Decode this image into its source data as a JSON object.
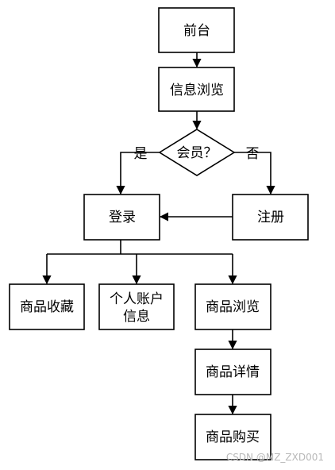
{
  "nodes": {
    "frontend": "前台",
    "browse_info": "信息浏览",
    "member_question": "会员？",
    "login": "登录",
    "register": "注册",
    "favorites": "商品收藏",
    "account_line1": "个人账户",
    "account_line2": "信息",
    "product_browse": "商品浏览",
    "product_detail": "商品详情",
    "product_purchase": "商品购买"
  },
  "edge_labels": {
    "yes": "是",
    "no": "否"
  },
  "watermark": "CSDN @MZ_ZXD001"
}
